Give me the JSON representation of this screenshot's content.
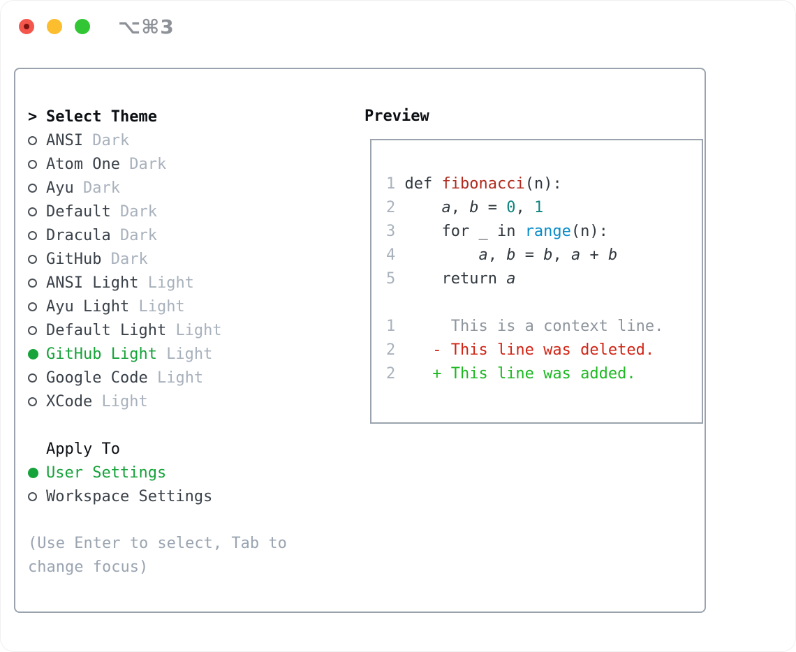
{
  "window": {
    "shortcut_label": "⌥⌘3",
    "traffic_lights": [
      "close",
      "minimize",
      "maximize"
    ]
  },
  "colors": {
    "selected_green": "#16a33a",
    "added_green": "#1db822",
    "deleted_red": "#d02415",
    "function_red": "#b02b1e",
    "number_teal": "#0e8480",
    "builtin_blue": "#0a8cc9",
    "muted_gray": "#a8b1bc",
    "hint_gray": "#9aa4b1",
    "panel_border": "#9aa3ad",
    "traffic_red": "#f4564c",
    "traffic_yellow": "#fcbd2e",
    "traffic_green": "#32c635"
  },
  "theme_picker": {
    "cursor": ">",
    "title": "Select Theme",
    "items": [
      {
        "name": "ANSI",
        "variant": "Dark",
        "selected": false
      },
      {
        "name": "Atom One",
        "variant": "Dark",
        "selected": false
      },
      {
        "name": "Ayu",
        "variant": "Dark",
        "selected": false
      },
      {
        "name": "Default",
        "variant": "Dark",
        "selected": false
      },
      {
        "name": "Dracula",
        "variant": "Dark",
        "selected": false
      },
      {
        "name": "GitHub",
        "variant": "Dark",
        "selected": false
      },
      {
        "name": "ANSI Light",
        "variant": "Light",
        "selected": false
      },
      {
        "name": "Ayu Light",
        "variant": "Light",
        "selected": false
      },
      {
        "name": "Default Light",
        "variant": "Light",
        "selected": false
      },
      {
        "name": "GitHub Light",
        "variant": "Light",
        "selected": true
      },
      {
        "name": "Google Code",
        "variant": "Light",
        "selected": false
      },
      {
        "name": "XCode",
        "variant": "Light",
        "selected": false
      }
    ],
    "apply_to": {
      "title": "Apply To",
      "options": [
        {
          "label": "User Settings",
          "selected": true
        },
        {
          "label": "Workspace Settings",
          "selected": false
        }
      ]
    },
    "hint": "(Use Enter to select, Tab to change focus)"
  },
  "preview": {
    "title": "Preview",
    "code_lines": [
      [
        {
          "t": "1 ",
          "c": "ln"
        },
        {
          "t": "def ",
          "c": "pl"
        },
        {
          "t": "fibonacci",
          "c": "fn"
        },
        {
          "t": "(n):",
          "c": "pl"
        }
      ],
      [
        {
          "t": "2 ",
          "c": "ln"
        },
        {
          "t": "    ",
          "c": "pl"
        },
        {
          "t": "a",
          "c": "va"
        },
        {
          "t": ", ",
          "c": "pl"
        },
        {
          "t": "b",
          "c": "va"
        },
        {
          "t": " = ",
          "c": "pl"
        },
        {
          "t": "0",
          "c": "nm"
        },
        {
          "t": ", ",
          "c": "pl"
        },
        {
          "t": "1",
          "c": "nm"
        }
      ],
      [
        {
          "t": "3 ",
          "c": "ln"
        },
        {
          "t": "    for _ in ",
          "c": "pl"
        },
        {
          "t": "range",
          "c": "bl"
        },
        {
          "t": "(n):",
          "c": "pl"
        }
      ],
      [
        {
          "t": "4 ",
          "c": "ln"
        },
        {
          "t": "        ",
          "c": "pl"
        },
        {
          "t": "a",
          "c": "va"
        },
        {
          "t": ", ",
          "c": "pl"
        },
        {
          "t": "b",
          "c": "va"
        },
        {
          "t": " = ",
          "c": "pl"
        },
        {
          "t": "b",
          "c": "va"
        },
        {
          "t": ", ",
          "c": "pl"
        },
        {
          "t": "a",
          "c": "va"
        },
        {
          "t": " + ",
          "c": "pl"
        },
        {
          "t": "b",
          "c": "va"
        }
      ],
      [
        {
          "t": "5 ",
          "c": "ln"
        },
        {
          "t": "    return ",
          "c": "pl"
        },
        {
          "t": "a",
          "c": "va"
        }
      ],
      [],
      [
        {
          "t": "1",
          "c": "ln"
        },
        {
          "t": "      This is a context line.",
          "c": "cx"
        }
      ],
      [
        {
          "t": "2",
          "c": "ln"
        },
        {
          "t": "    - This line was deleted.",
          "c": "de"
        }
      ],
      [
        {
          "t": "2",
          "c": "ln"
        },
        {
          "t": "    + This line was added.",
          "c": "ad"
        }
      ]
    ]
  }
}
